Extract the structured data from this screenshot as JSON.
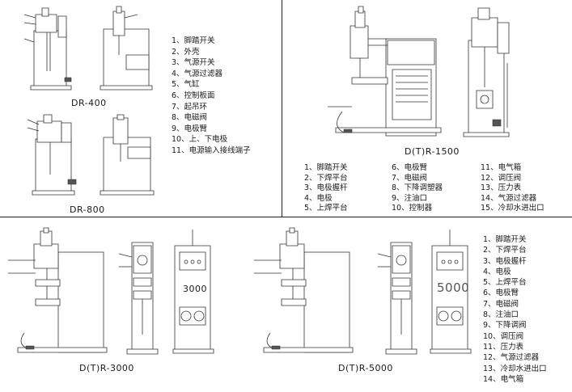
{
  "models": {
    "dr400": {
      "caption": "DR-400"
    },
    "dr800": {
      "caption": "DR-800"
    },
    "dtr1500": {
      "caption": "D(T)R-1500"
    },
    "dtr3000": {
      "caption": "D(T)R-3000",
      "cabinet_number": "3000"
    },
    "dtr5000": {
      "caption": "D(T)R-5000",
      "cabinet_number": "5000"
    }
  },
  "legend_dr": [
    "1、脚踏开关",
    "2、外壳",
    "3、气源开关",
    "4、气源过滤器",
    "5、气缸",
    "6、控制板面",
    "7、起吊环",
    "8、电磁阀",
    "9、电极臂",
    "10、上、下电极",
    "11、电源输入接线端子"
  ],
  "legend_1500": {
    "col1": [
      "1、脚踏开关",
      "2、下焊平台",
      "3、电极握杆",
      "4、电极",
      "5、上焊平台"
    ],
    "col2": [
      "6、电极臂",
      "7、电磁阀",
      "8、下降调塑器",
      "9、注油口",
      "10、控制器"
    ],
    "col3": [
      "11、电气箱",
      "12、调压阀",
      "13、压力表",
      "14、气源过滤器",
      "15、冷却水进出口"
    ]
  },
  "legend_3000_5000": [
    "1、脚踏开关",
    "2、下焊平台",
    "3、电极握杆",
    "4、电极",
    "5、上焊平台",
    "6、电极臂",
    "7、电磁阀",
    "8、注油口",
    "9、下降调阀",
    "10、调压阀",
    "11、压力表",
    "12、气源过滤器",
    "13、冷却水进出口",
    "14、电气箱"
  ]
}
